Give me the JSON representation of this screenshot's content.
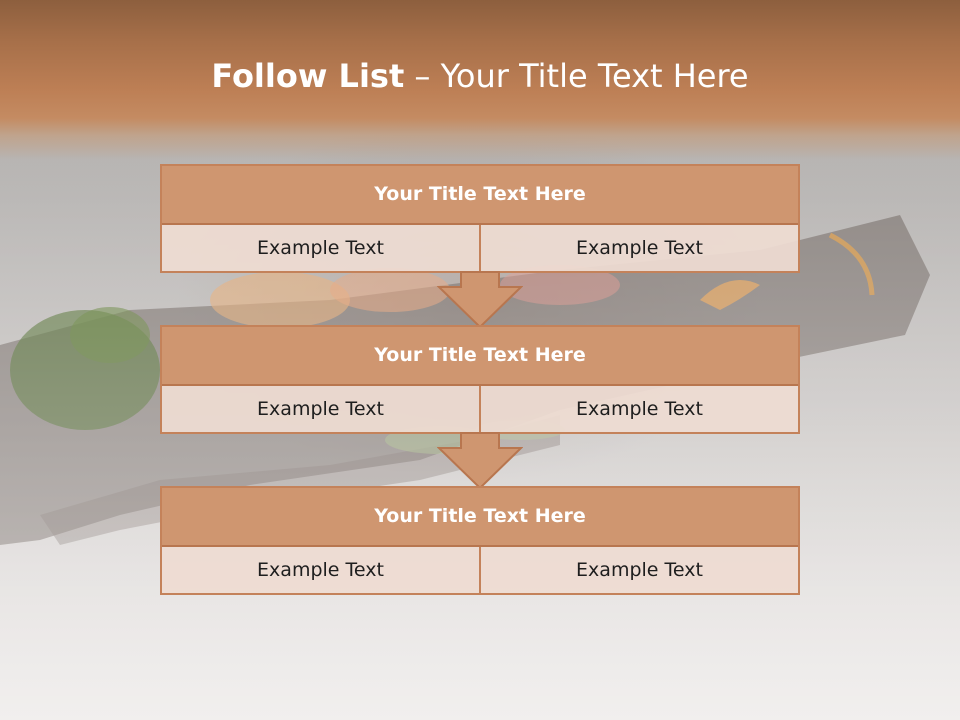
{
  "title": {
    "bold_part": "Follow List",
    "rest_part": " – Your Title Text Here"
  },
  "blocks": [
    {
      "title": "Your Title Text Here",
      "left": "Example Text",
      "right": "Example Text"
    },
    {
      "title": "Your Title Text Here",
      "left": "Example Text",
      "right": "Example Text"
    },
    {
      "title": "Your Title Text Here",
      "left": "Example Text",
      "right": "Example Text"
    }
  ],
  "colors": {
    "accent": "#cf9670",
    "border": "#c4825a",
    "band_top": "#8d5f3e",
    "cell_fill": "#eedcd2"
  }
}
